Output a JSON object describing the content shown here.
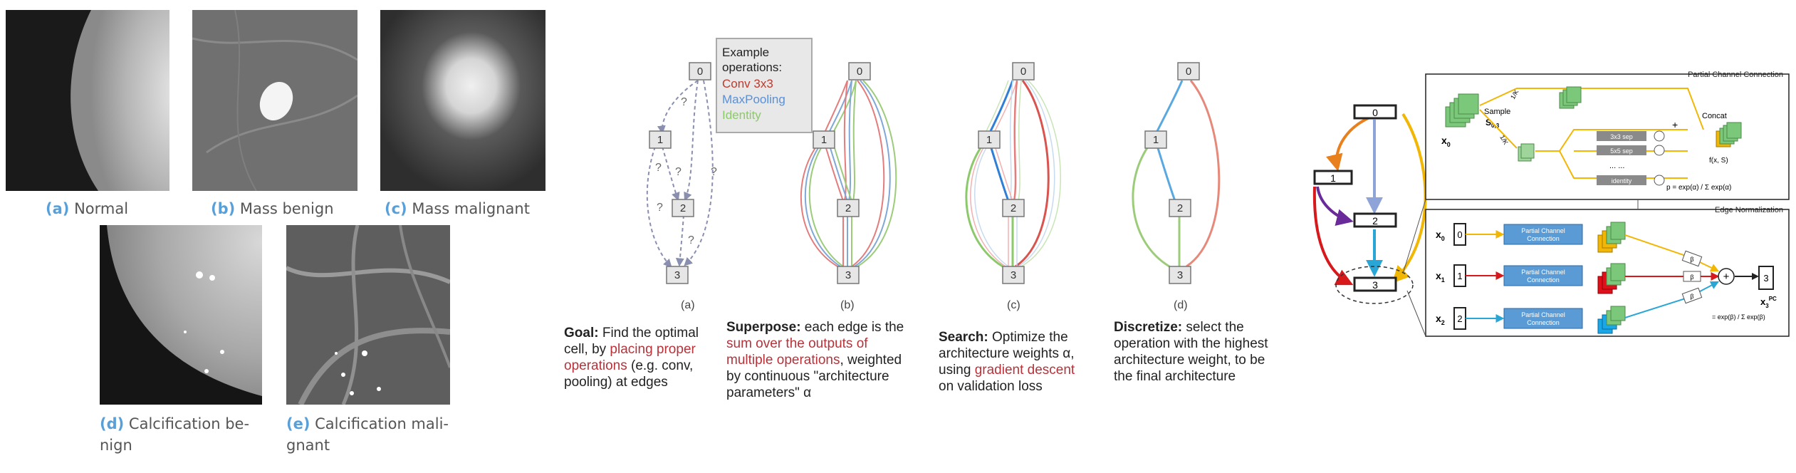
{
  "mammo": {
    "a": {
      "letter": "(a)",
      "label": "Normal"
    },
    "b": {
      "letter": "(b)",
      "label": "Mass benign"
    },
    "c": {
      "letter": "(c)",
      "label": "Mass malignant"
    },
    "d": {
      "letter": "(d)",
      "label": "Calcification be-",
      "label2": "nign"
    },
    "e": {
      "letter": "(e)",
      "label": "Calcification mali-",
      "label2": "gnant"
    }
  },
  "darts": {
    "legend": {
      "title1": "Example",
      "title2": "operations:",
      "op1": "Conv 3x3",
      "op2": "MaxPooling",
      "op3": "Identity"
    },
    "nodes": [
      "0",
      "1",
      "2",
      "3"
    ],
    "question": "?",
    "sub_a": "(a)",
    "sub_b": "(b)",
    "sub_c": "(c)",
    "sub_d": "(d)",
    "goal": {
      "head": "Goal:",
      "t1": " Find the optimal",
      "t2": "cell, by ",
      "red1": "placing proper",
      "red2": "operations",
      "t3": " (e.g. conv,",
      "t4": "pooling) at edges"
    },
    "superpose": {
      "head": "Superpose:",
      "t1": " each edge is the",
      "red1": "sum over the outputs of",
      "red2": "multiple operations",
      "t2": ", weighted",
      "t3": "by continuous \"architecture",
      "t4": "parameters\" α"
    },
    "search": {
      "head": "Search:",
      "t1": " Optimize the",
      "t2": "architecture weights α,",
      "t3": "using ",
      "red1": "gradient descent",
      "t4": "on validation loss"
    },
    "discretize": {
      "head": "Discretize:",
      "t1": " select the",
      "t2": "operation with the highest",
      "t3": "architecture weight, to be",
      "t4": "the final architecture"
    }
  },
  "pcdarts": {
    "pcc_title": "Partial Channel Connection",
    "en_title": "Edge Normalization",
    "nodes": [
      "0",
      "1",
      "2",
      "3"
    ],
    "sample": "Sample",
    "s_label": "S",
    "s_sub": "0,3",
    "k_frac": "1/K",
    "k_frac2": "1/K",
    "concat": "Concat",
    "x0": "x",
    "x0_sub": "0",
    "op_3x3": "3x3 sep",
    "op_5x5": "5x5 sep",
    "op_dots": "... ...",
    "op_identity": "identity",
    "p_eq": "p",
    "pcc_box": "Partial Channel",
    "pcc_box2": "Connection",
    "en_x0": "x",
    "en_x1": "x",
    "en_x2": "x",
    "sub0": "0",
    "sub1": "1",
    "sub2": "2",
    "box0": "0",
    "box1": "1",
    "box2": "2",
    "box3": "3",
    "beta03": "β",
    "beta13": "β",
    "beta23": "β",
    "plus": "+",
    "f0": "f",
    "x3pc": "x",
    "x3pc_sub": "3",
    "x3pc_sup": "PC"
  },
  "colors": {
    "caption_blue": "#5aa0d8",
    "red_text": "#b8323a",
    "conv": "#e47c7c",
    "pool": "#7fa7d8",
    "identity": "#9ccc7a",
    "edge_orange": "#e8801e",
    "edge_purple": "#6a2b9a",
    "edge_red": "#d7191c",
    "edge_blue": "#2aa6d6",
    "edge_yellow": "#f2b705",
    "box_blue": "#5b9bd5",
    "cube_green": "#7cc87a"
  }
}
